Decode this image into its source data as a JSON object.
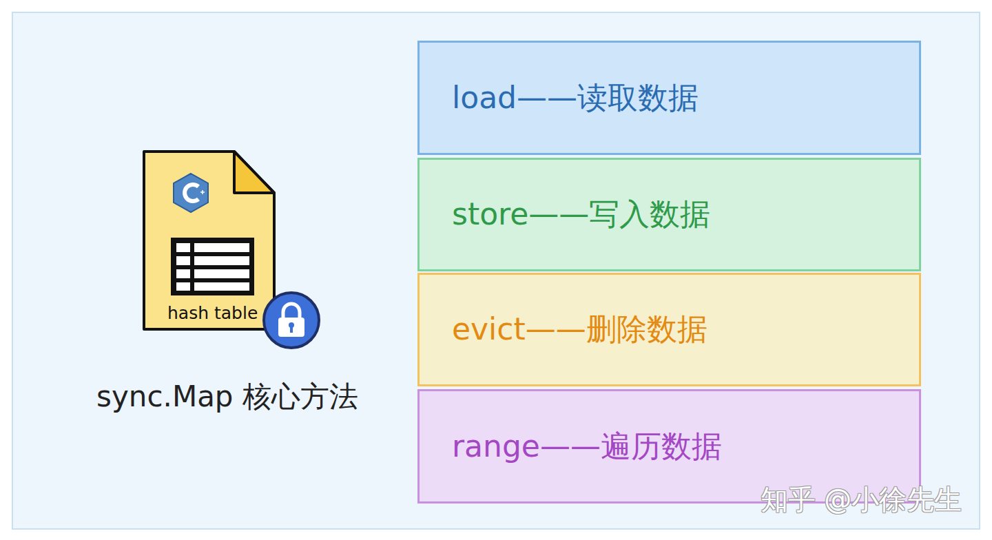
{
  "diagram": {
    "caption": "sync.Map 核心方法",
    "nodes": [
      {
        "text": [
          "hash table"
        ]
      },
      {
        "text": [
          "load——读取数据"
        ]
      },
      {
        "text": [
          "store——写入数据"
        ]
      },
      {
        "text": [
          "evict——删除数据"
        ]
      },
      {
        "text": [
          "range——遍历数据"
        ]
      }
    ],
    "labels": [
      "知乎 @小徐先生"
    ]
  }
}
